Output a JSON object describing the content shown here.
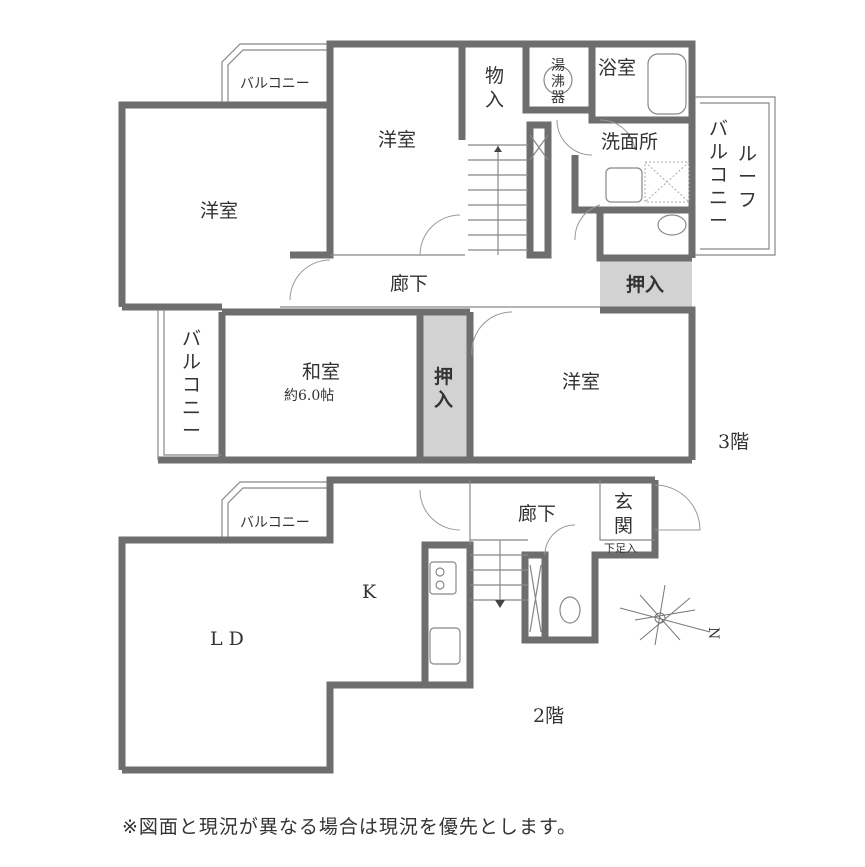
{
  "floor3": {
    "level_label": "3階",
    "western_room_left": "洋室",
    "western_room_top": "洋室",
    "western_room_right": "洋室",
    "storage": [
      "物",
      "入"
    ],
    "water_heater": [
      "湯",
      "沸",
      "器"
    ],
    "bathroom": "浴室",
    "washroom": "洗面所",
    "corridor": "廊下",
    "closet_right": "押入",
    "closet_center": [
      "押",
      "入"
    ],
    "japanese_room": "和室",
    "japanese_room_size": "約6.0帖",
    "balcony_top": "バルコニー",
    "balcony_left": [
      "バ",
      "ル",
      "コ",
      "ニ",
      "ー"
    ],
    "roof_balcony_a": [
      "ル",
      "ー",
      "フ"
    ],
    "roof_balcony_b": [
      "バ",
      "ル",
      "コ",
      "ニ",
      "ー"
    ]
  },
  "floor2": {
    "level_label": "2階",
    "living_dining": "L D",
    "kitchen": "K",
    "corridor": "廊下",
    "entrance": [
      "玄",
      "関"
    ],
    "shoe_storage": "下足入",
    "balcony": "バルコニー",
    "compass_north": "N"
  },
  "note": "※図面と現況が異なる場合は現況を優先とします。"
}
